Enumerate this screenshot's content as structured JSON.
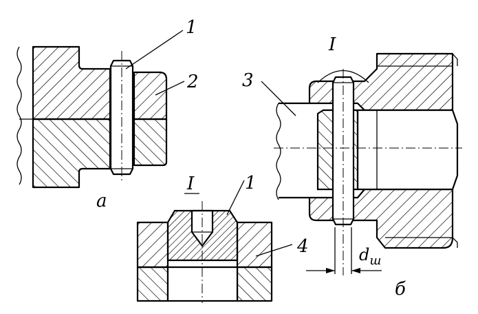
{
  "labels": {
    "pin_a": "1",
    "part_a": "2",
    "view_a": "а",
    "detail_marker_b": "I",
    "shaft_b": "3",
    "view_b": "б",
    "detail_title": "I",
    "pin_detail": "1",
    "part_detail": "4",
    "pin_diameter": "d",
    "pin_diameter_sub": "ш"
  }
}
